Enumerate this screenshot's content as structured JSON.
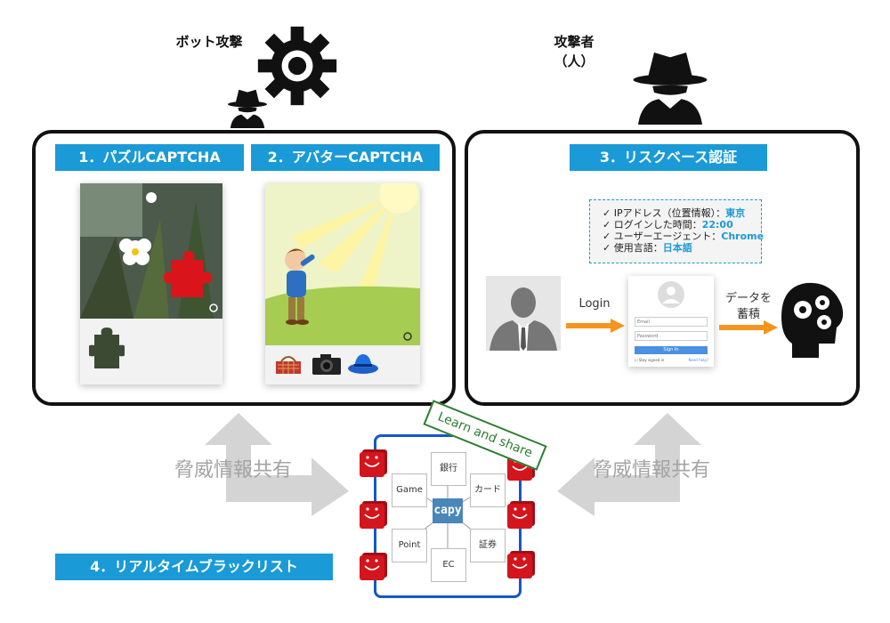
{
  "headings": {
    "bot_attack": "ボット攻撃",
    "attacker": "攻撃者",
    "attacker_sub": "（人）"
  },
  "panels": {
    "puzzle_tab": "1．パズルCAPTCHA",
    "avatar_tab": "2．アバターCAPTCHA",
    "risk_tab": "3．リスクベース認証"
  },
  "risk_info": {
    "items": [
      {
        "label": "IPアドレス（位置情報）：",
        "value": "東京"
      },
      {
        "label": "ログインした時間：",
        "value": "22:00"
      },
      {
        "label": "ユーザーエージェント：",
        "value": "Chrome"
      },
      {
        "label": "使用言語：",
        "value": "日本語"
      }
    ],
    "check_mark": "✓"
  },
  "login_flow": {
    "login_label": "Login",
    "accumulate_line1": "データを",
    "accumulate_line2": "蓄積"
  },
  "login_form": {
    "email_placeholder": "Email",
    "password_placeholder": "Password",
    "sign_in": "Sign In",
    "stay_signed_in": "Stay signed in",
    "need_help": "Need help?"
  },
  "sharing": {
    "left_label": "脅威情報共有",
    "right_label": "脅威情報共有",
    "banner": "Learn and share",
    "center_logo": "capy",
    "nodes": [
      "銀行",
      "Game",
      "カード",
      "Point",
      "証券",
      "EC"
    ]
  },
  "blacklist_tab": "4．リアルタイムブラックリスト",
  "colors": {
    "accent_blue": "#1a9ad6",
    "arrow_orange": "#f7941d",
    "cube_red": "#d4151d",
    "share_gray": "#d4d4d4",
    "frame_blue": "#1457c8",
    "banner_green": "#2e7d32"
  }
}
